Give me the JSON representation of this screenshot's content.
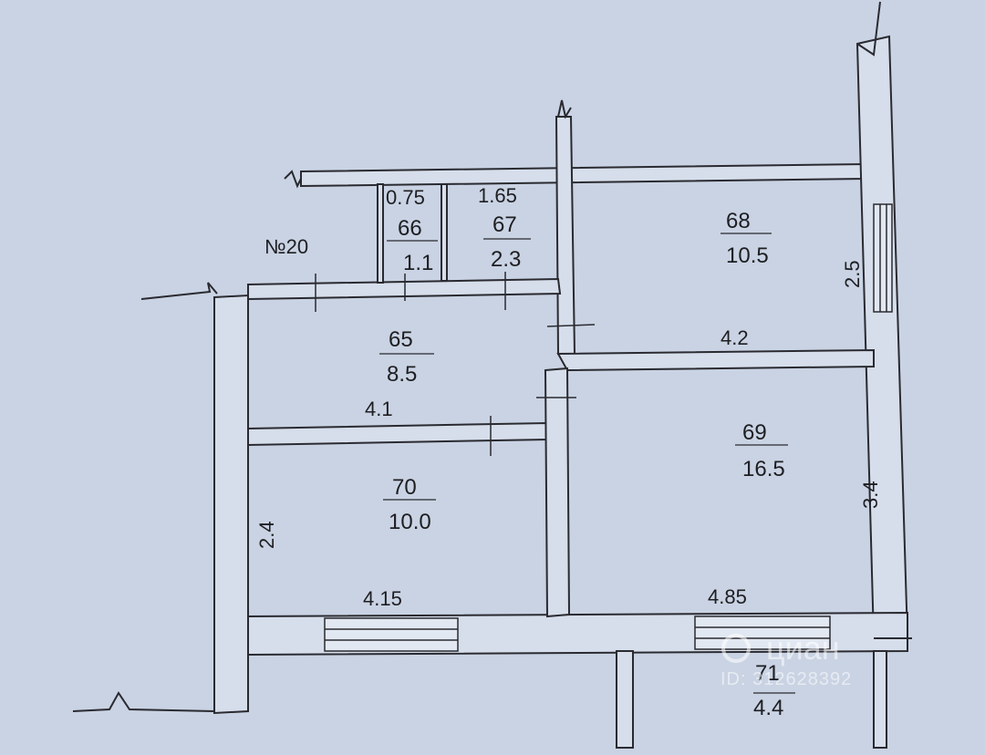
{
  "plan": {
    "apartment_label": "№20",
    "rooms": [
      {
        "number": "66",
        "area": "1.1",
        "width": "0.75"
      },
      {
        "number": "67",
        "area": "2.3",
        "width": "1.65"
      },
      {
        "number": "68",
        "area": "10.5",
        "width": "4.2",
        "depth": "2.5"
      },
      {
        "number": "65",
        "area": "8.5",
        "width": "4.1"
      },
      {
        "number": "69",
        "area": "16.5",
        "width": "4.85",
        "depth": "3.4"
      },
      {
        "number": "70",
        "area": "10.0",
        "width": "4.15",
        "depth": "2.4"
      },
      {
        "number": "71",
        "area": "4.4"
      }
    ]
  },
  "watermark": {
    "brand": "циан",
    "id_text": "ID: 312628392"
  },
  "colors": {
    "paper": "#c9d3e3",
    "ink": "#1e1e22",
    "wall_fill": "#d6deeb"
  }
}
